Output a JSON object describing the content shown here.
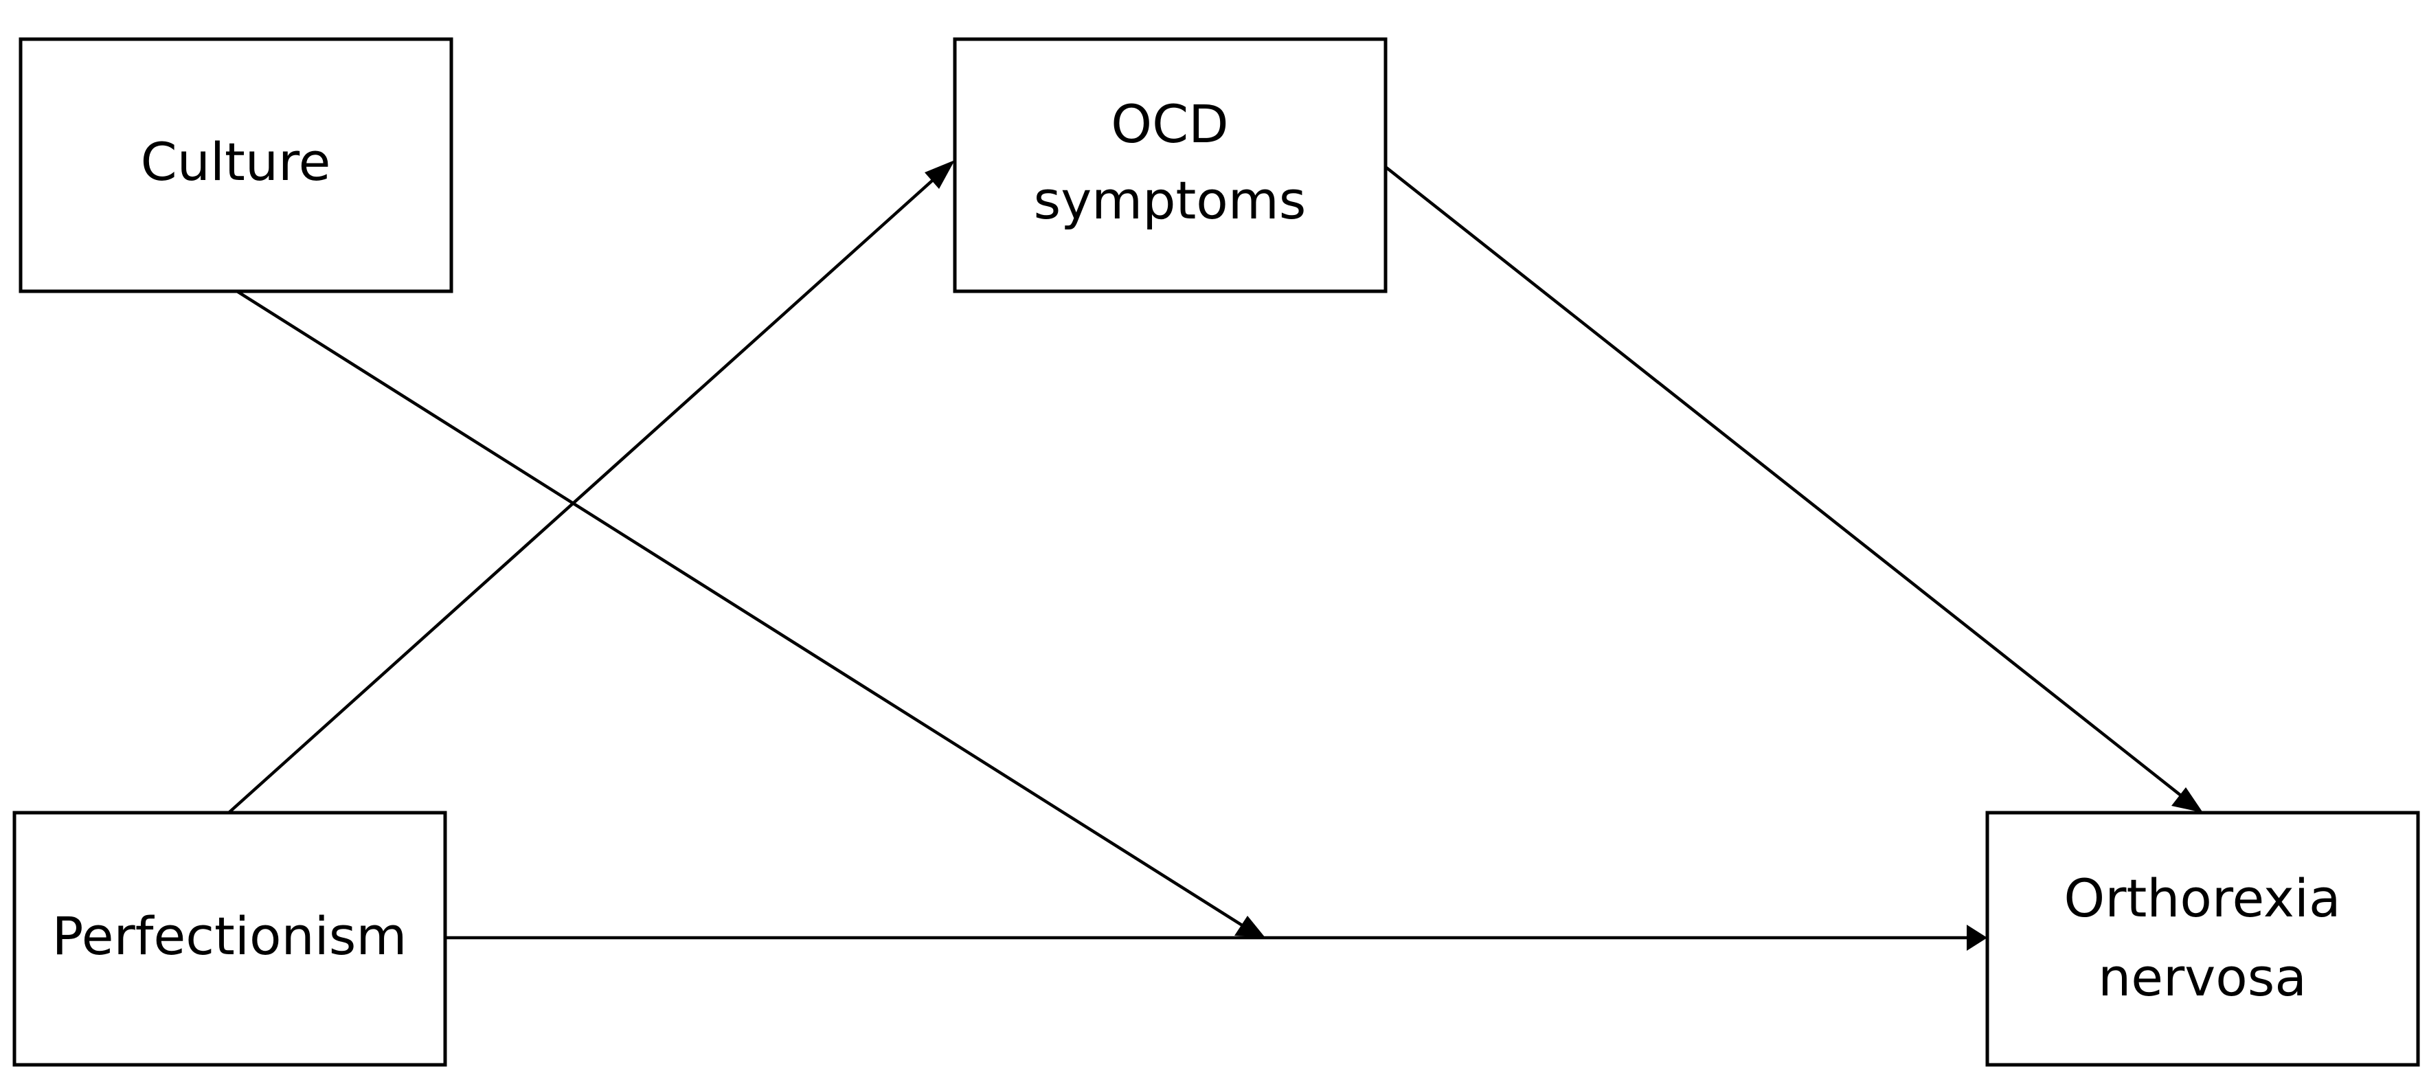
{
  "nodes": {
    "culture": {
      "label": "Culture"
    },
    "ocd": {
      "label_line1": "OCD",
      "label_line2": "symptoms"
    },
    "perfectionism": {
      "label": "Perfectionism"
    },
    "orthorexia": {
      "label_line1": "Orthorexia",
      "label_line2": "nervosa"
    }
  },
  "edges": [
    {
      "from": "perfectionism",
      "to": "ocd-symptoms"
    },
    {
      "from": "ocd-symptoms",
      "to": "orthorexia-nervosa"
    },
    {
      "from": "perfectionism",
      "to": "orthorexia-nervosa"
    },
    {
      "from": "culture",
      "to": "perfectionism-orthorexia-path"
    }
  ],
  "colors": {
    "stroke": "#000000",
    "background": "#ffffff"
  }
}
